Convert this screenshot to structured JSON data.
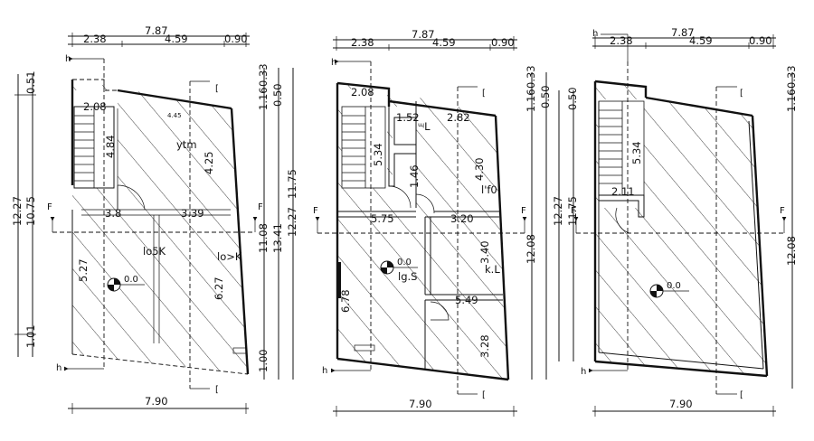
{
  "plans": [
    {
      "top_dims": {
        "overall": "7.87",
        "segments": [
          "2.38",
          "4.59",
          "0.90"
        ]
      },
      "bottom_dim": "7.90",
      "left_dims": [
        "12.27",
        "10.75",
        "0.51",
        "1.01"
      ],
      "right_dims": [
        "1.16",
        "0.33",
        "0.50",
        "11.08",
        "13.41",
        "12.27",
        "11.75",
        "1.00"
      ],
      "section_markers": [
        "F",
        "F",
        "h",
        "h",
        "[",
        "["
      ],
      "room_labels": [
        "ytm",
        "lo5K",
        "lo>K"
      ],
      "inner_dims": [
        "2.08",
        "4.84",
        "4.45",
        "4.25",
        "3.8",
        "3.39",
        "5.27",
        "6.27"
      ],
      "level": "0.0"
    },
    {
      "top_dims": {
        "overall": "7.87",
        "segments": [
          "2.38",
          "4.59",
          "0.90"
        ]
      },
      "bottom_dim": "7.90",
      "right_dims": [
        "1.16",
        "0.33",
        "0.50",
        "12.08"
      ],
      "section_markers": [
        "F",
        "F",
        "h",
        "h",
        "[",
        "["
      ],
      "room_labels": [
        "ᶭL",
        "l'f0",
        "lg.S",
        "k.L"
      ],
      "inner_dims": [
        "2.08",
        "1.52",
        "2.82",
        "5.34",
        "1.46",
        "4.30",
        "5.75",
        "3.20",
        "3.40",
        "6.78",
        "5.49",
        "3.28"
      ],
      "level": "0.0"
    },
    {
      "top_dims": {
        "overall": "7.87",
        "segments": [
          "2.38",
          "4.59",
          "0.90"
        ]
      },
      "bottom_dim": "7.90",
      "left_dims": [
        "12.27",
        "11.75"
      ],
      "right_dims": [
        "1.16",
        "0.33",
        "0.50",
        "12.08"
      ],
      "section_markers": [
        "F",
        "F",
        "h",
        "h",
        "[",
        "["
      ],
      "inner_dims": [
        "5.34",
        "2.11"
      ],
      "level": "0.0"
    }
  ]
}
